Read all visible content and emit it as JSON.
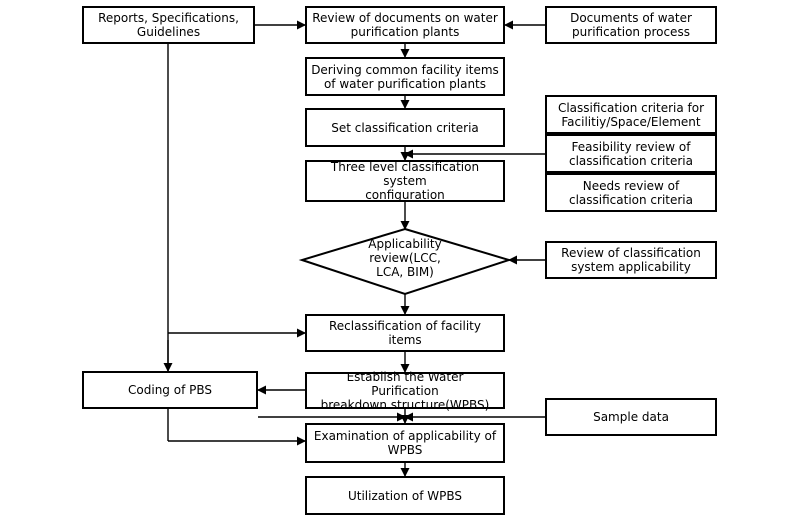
{
  "boxes": {
    "reports": "Reports, Specifications,\nGuidelines",
    "review_docs": "Review of documents on water\npurification plants",
    "docs_process": "Documents of water\npurification process",
    "deriving": "Deriving common facility items\nof water purification plants",
    "set_criteria": "Set classification criteria",
    "class_criteria_for": "Classification criteria  for\nFacilitiy/Space/Element",
    "feasibility": "Feasibility review of\nclassification criteria",
    "three_level": "Three level classification system\nconfiguration",
    "needs_review": "Needs review of\nclassification criteria",
    "applicability": "Applicability\nreview(LCC,\nLCA, BIM)",
    "review_system": "Review of classification\nsystem applicability",
    "reclassification": "Reclassification of facility items",
    "coding": "Coding of PBS",
    "establish": "Establish the Water Purification\nbreakdown structure(WPBS)",
    "sample": "Sample data",
    "examination": "Examination of applicability of\nWPBS",
    "utilization": "Utilization of WPBS"
  }
}
